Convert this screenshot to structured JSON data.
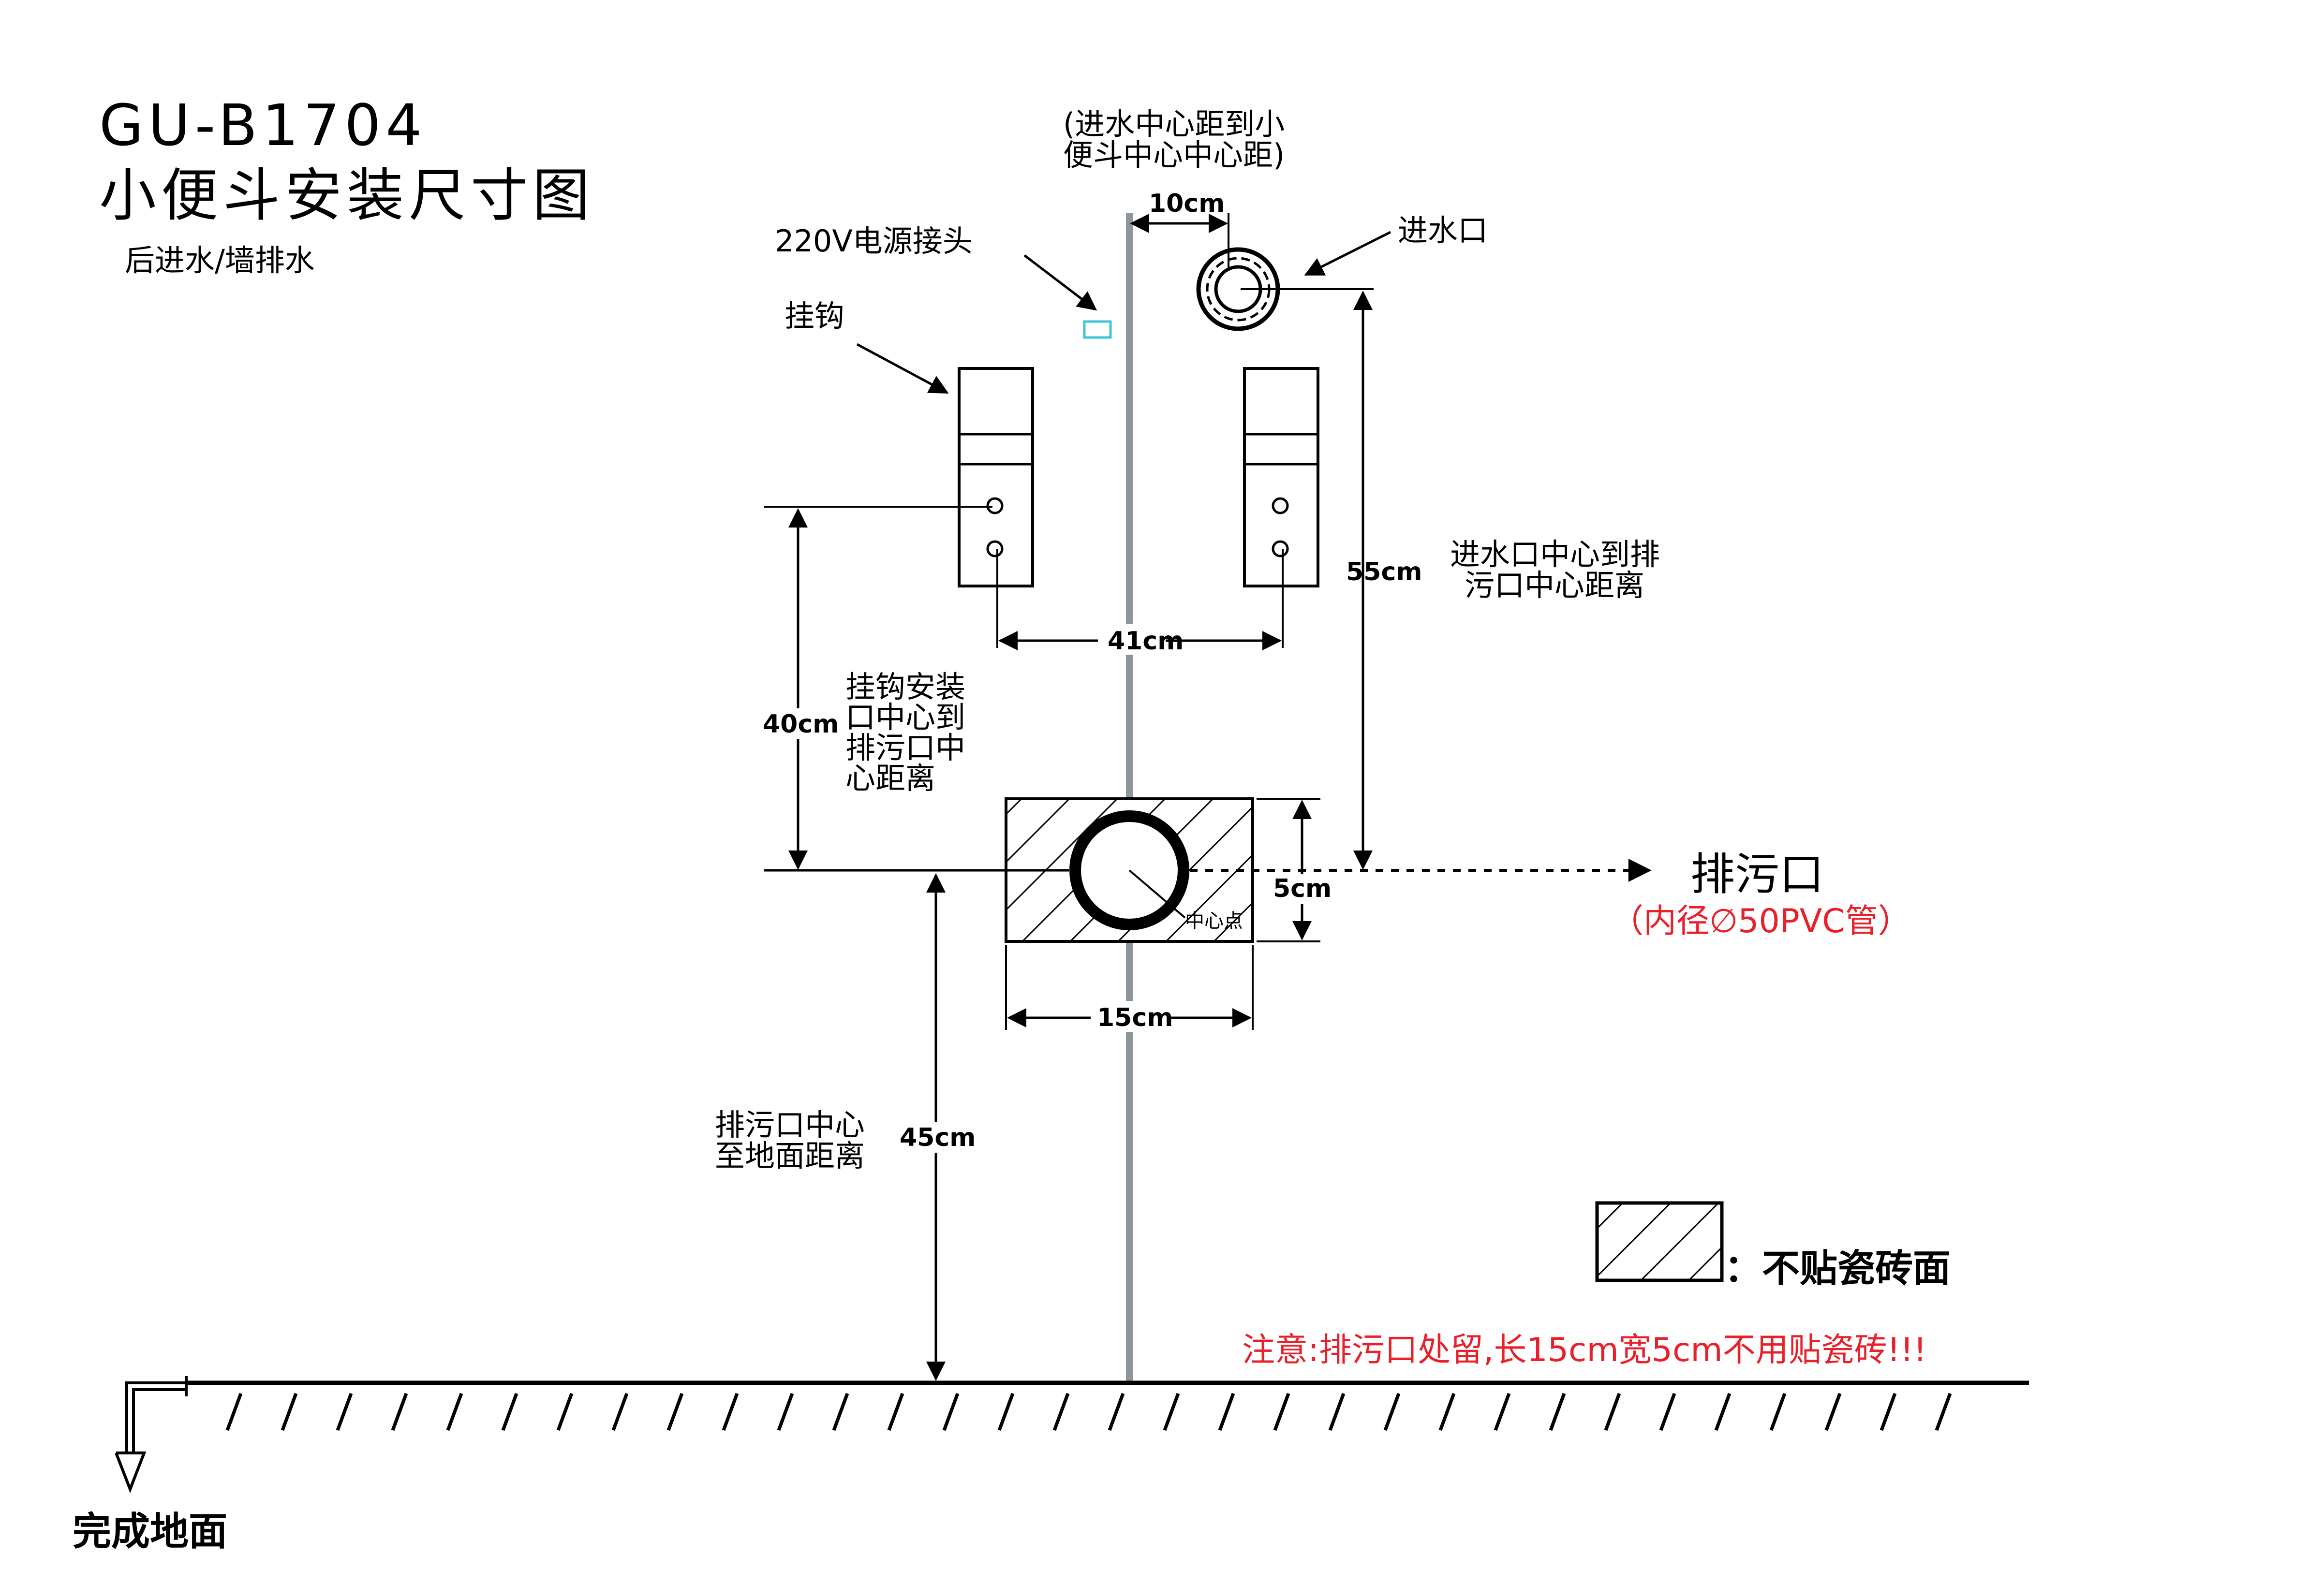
{
  "title": {
    "model": "GU-B1704",
    "name": "小便斗安装尺寸图",
    "subtitle": "后进水/墙排水"
  },
  "labels": {
    "power": "220V电源接头",
    "hook": "挂钩",
    "inlet": "进水口",
    "inlet_offset_desc_1": "(进水中心距到小",
    "inlet_offset_desc_2": "便斗中心中心距)",
    "inlet_to_outlet_1": "进水口中心到排",
    "inlet_to_outlet_2": "污口中心距离",
    "hook_to_outlet_1": "挂钩安装",
    "hook_to_outlet_2": "口中心到",
    "hook_to_outlet_3": "排污口中",
    "hook_to_outlet_4": "心距离",
    "outlet_to_floor_1": "排污口中心",
    "outlet_to_floor_2": "至地面距离",
    "center_point": "中心点",
    "outlet": "排污口",
    "outlet_spec": "（内径∅50PVC管）",
    "legend": "：不贴瓷砖面",
    "note": "注意:排污口处留,长15cm宽5cm不用贴瓷砖!!!",
    "floor": "完成地面"
  },
  "dimensions": {
    "inlet_offset": "10cm",
    "hook_spacing": "41cm",
    "hook_to_outlet": "40cm",
    "inlet_to_outlet": "55cm",
    "opening_height": "5cm",
    "opening_width": "15cm",
    "outlet_to_floor": "45cm"
  },
  "colors": {
    "line": "#000000",
    "centerline": "#8d969b",
    "power_box": "#3cc6d8",
    "note_red": "#e8202a"
  }
}
